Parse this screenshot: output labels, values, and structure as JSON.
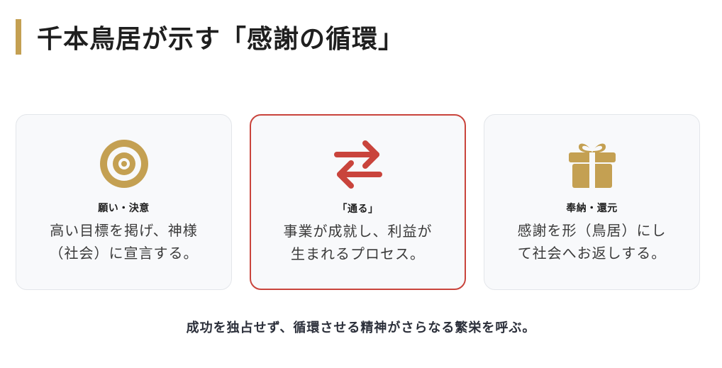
{
  "title": "千本鳥居が示す「感謝の循環」",
  "colors": {
    "gold": "#c4a052",
    "red": "#c9443c"
  },
  "cards": [
    {
      "icon": "bullseye-icon",
      "title": "願い・決意",
      "body": [
        "高い目標を掲げ、神様",
        "（社会）に宣言する。"
      ]
    },
    {
      "icon": "exchange-arrows-icon",
      "title": "「通る」",
      "body": [
        "事業が成就し、利益が",
        "生まれるプロセス。"
      ]
    },
    {
      "icon": "gift-icon",
      "title": "奉納・還元",
      "body": [
        "感謝を形（鳥居）にし",
        "て社会へお返しする。"
      ]
    }
  ],
  "footer": "成功を独占せず、循環させる精神がさらなる繁栄を呼ぶ。"
}
